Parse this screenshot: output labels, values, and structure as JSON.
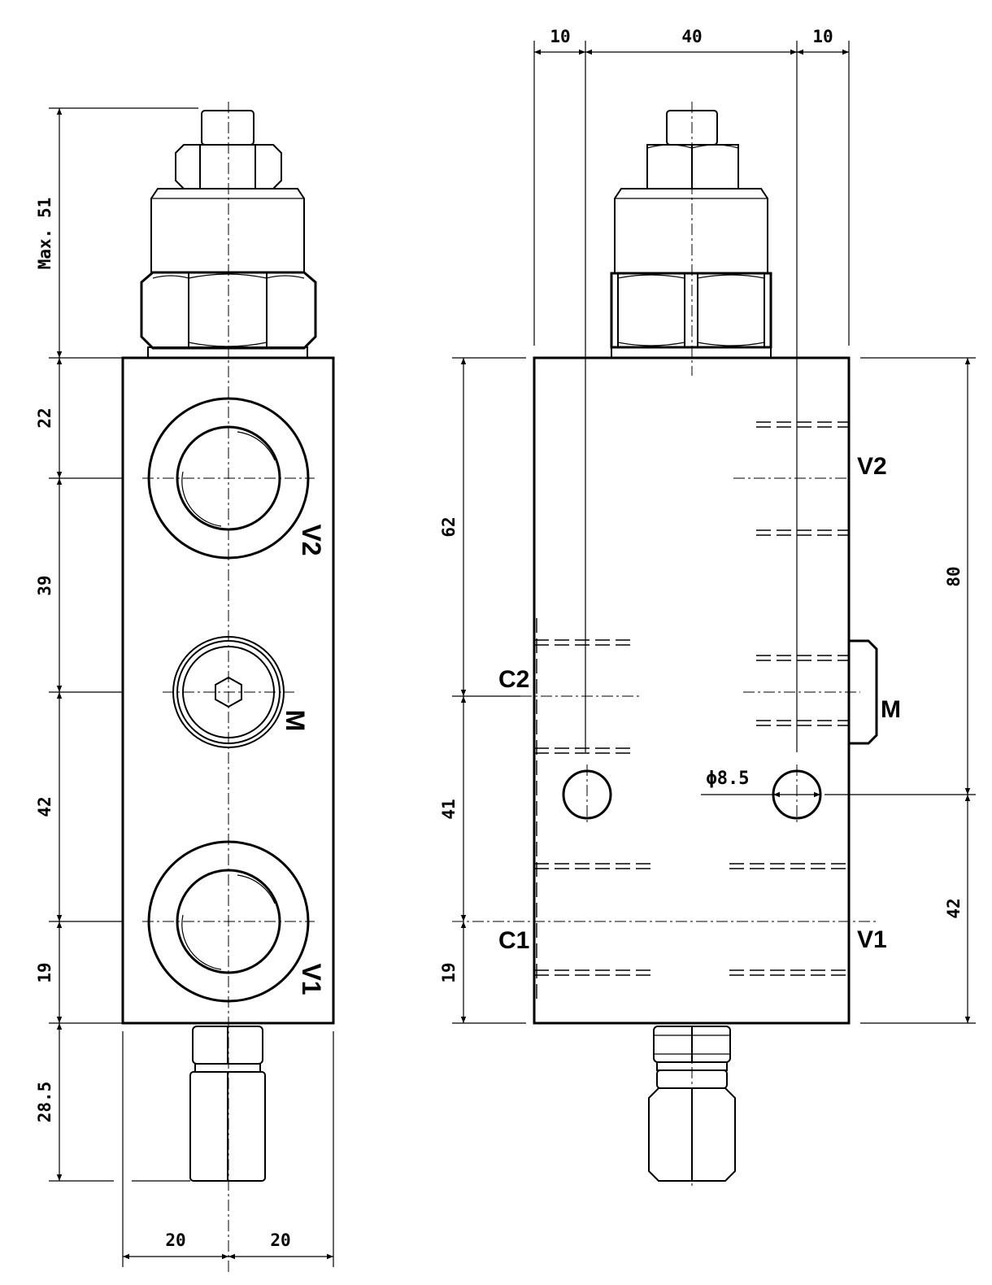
{
  "front_view": {
    "dims": {
      "max_height": "Max. 51",
      "d22": "22",
      "d39": "39",
      "d42": "42",
      "d19": "19",
      "d28_5": "28.5",
      "w20_left": "20",
      "w20_right": "20"
    },
    "ports": {
      "v2": "V2",
      "m": "M",
      "v1": "V1"
    }
  },
  "side_view": {
    "dims": {
      "top10_left": "10",
      "top40": "40",
      "top10_right": "10",
      "d62": "62",
      "d41": "41",
      "d19": "19",
      "d80": "80",
      "d42": "42",
      "hole_dia": "ϕ8.5"
    },
    "ports": {
      "c2": "C2",
      "c1": "C1",
      "v2": "V2",
      "m": "M",
      "v1": "V1"
    }
  }
}
